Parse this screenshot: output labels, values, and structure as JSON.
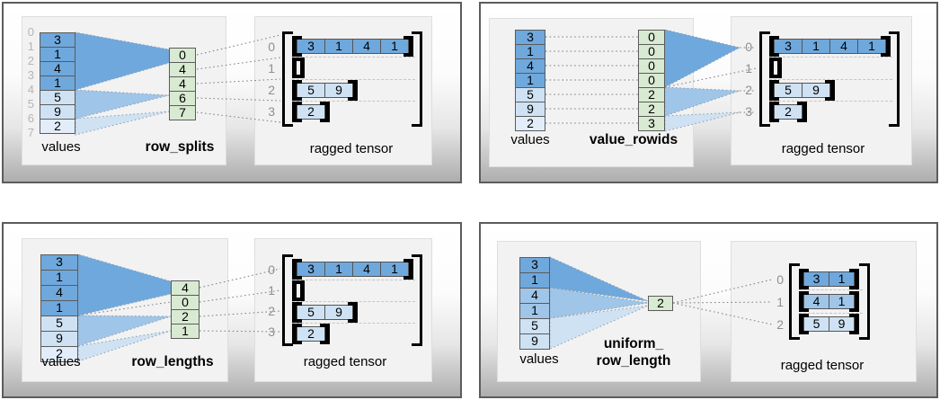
{
  "palette": {
    "dark_blue": "#6fa8dc",
    "medium_blue": "#9fc5e8",
    "light_blue": "#cfe2f3",
    "pale_blue": "#e2edf9",
    "green": "#d9ead3"
  },
  "panels": [
    {
      "fn_label": "row_splits",
      "values_label": "values",
      "tensor_label": "ragged tensor",
      "boundary_indices": [
        "0",
        "1",
        "2",
        "3",
        "4",
        "5",
        "6",
        "7"
      ],
      "values": [
        {
          "v": "3",
          "c": "d"
        },
        {
          "v": "1",
          "c": "d"
        },
        {
          "v": "4",
          "c": "d"
        },
        {
          "v": "1",
          "c": "d"
        },
        {
          "v": "5",
          "c": "l"
        },
        {
          "v": "9",
          "c": "l"
        },
        {
          "v": "2",
          "c": "p"
        }
      ],
      "fn_cells": [
        {
          "v": "0",
          "c": "g"
        },
        {
          "v": "4",
          "c": "g"
        },
        {
          "v": "4",
          "c": "g"
        },
        {
          "v": "6",
          "c": "g"
        },
        {
          "v": "7",
          "c": "g"
        }
      ],
      "tensor": {
        "row_indices": [
          "0",
          "1",
          "2",
          "3"
        ],
        "rows": [
          {
            "cells": [
              {
                "v": "3",
                "c": "d"
              },
              {
                "v": "1",
                "c": "d"
              },
              {
                "v": "4",
                "c": "d"
              },
              {
                "v": "1",
                "c": "d"
              }
            ]
          },
          {
            "cells": []
          },
          {
            "cells": [
              {
                "v": "5",
                "c": "l"
              },
              {
                "v": "9",
                "c": "l"
              }
            ]
          },
          {
            "cells": [
              {
                "v": "2",
                "c": "l"
              }
            ]
          }
        ]
      }
    },
    {
      "fn_label": "value_rowids",
      "values_label": "values",
      "tensor_label": "ragged tensor",
      "values": [
        {
          "v": "3",
          "c": "d"
        },
        {
          "v": "1",
          "c": "d"
        },
        {
          "v": "4",
          "c": "d"
        },
        {
          "v": "1",
          "c": "d"
        },
        {
          "v": "5",
          "c": "l"
        },
        {
          "v": "9",
          "c": "l"
        },
        {
          "v": "2",
          "c": "p"
        }
      ],
      "fn_cells": [
        {
          "v": "0",
          "c": "g"
        },
        {
          "v": "0",
          "c": "g"
        },
        {
          "v": "0",
          "c": "g"
        },
        {
          "v": "0",
          "c": "g"
        },
        {
          "v": "2",
          "c": "g"
        },
        {
          "v": "2",
          "c": "g"
        },
        {
          "v": "3",
          "c": "g"
        }
      ],
      "tensor": {
        "row_indices": [
          "0",
          "1",
          "2",
          "3"
        ],
        "rows": [
          {
            "cells": [
              {
                "v": "3",
                "c": "d"
              },
              {
                "v": "1",
                "c": "d"
              },
              {
                "v": "4",
                "c": "d"
              },
              {
                "v": "1",
                "c": "d"
              }
            ]
          },
          {
            "cells": []
          },
          {
            "cells": [
              {
                "v": "5",
                "c": "l"
              },
              {
                "v": "9",
                "c": "l"
              }
            ]
          },
          {
            "cells": [
              {
                "v": "2",
                "c": "l"
              }
            ]
          }
        ]
      }
    },
    {
      "fn_label": "row_lengths",
      "values_label": "values",
      "tensor_label": "ragged tensor",
      "values": [
        {
          "v": "3",
          "c": "d"
        },
        {
          "v": "1",
          "c": "d"
        },
        {
          "v": "4",
          "c": "d"
        },
        {
          "v": "1",
          "c": "d"
        },
        {
          "v": "5",
          "c": "l"
        },
        {
          "v": "9",
          "c": "l"
        },
        {
          "v": "2",
          "c": "p"
        }
      ],
      "fn_cells": [
        {
          "v": "4",
          "c": "g"
        },
        {
          "v": "0",
          "c": "g"
        },
        {
          "v": "2",
          "c": "g"
        },
        {
          "v": "1",
          "c": "g"
        }
      ],
      "tensor": {
        "row_indices": [
          "0",
          "1",
          "2",
          "3"
        ],
        "rows": [
          {
            "cells": [
              {
                "v": "3",
                "c": "d"
              },
              {
                "v": "1",
                "c": "d"
              },
              {
                "v": "4",
                "c": "d"
              },
              {
                "v": "1",
                "c": "d"
              }
            ]
          },
          {
            "cells": []
          },
          {
            "cells": [
              {
                "v": "5",
                "c": "l"
              },
              {
                "v": "9",
                "c": "l"
              }
            ]
          },
          {
            "cells": [
              {
                "v": "2",
                "c": "l"
              }
            ]
          }
        ]
      }
    },
    {
      "fn_label_line1": "uniform_",
      "fn_label_line2": "row_length",
      "values_label": "values",
      "tensor_label": "ragged tensor",
      "values": [
        {
          "v": "3",
          "c": "d"
        },
        {
          "v": "1",
          "c": "d"
        },
        {
          "v": "4",
          "c": "m"
        },
        {
          "v": "1",
          "c": "m"
        },
        {
          "v": "5",
          "c": "l"
        },
        {
          "v": "9",
          "c": "l"
        }
      ],
      "fn_cells": [
        {
          "v": "2",
          "c": "g"
        }
      ],
      "tensor": {
        "row_indices": [
          "0",
          "1",
          "2"
        ],
        "rows": [
          {
            "cells": [
              {
                "v": "3",
                "c": "d"
              },
              {
                "v": "1",
                "c": "d"
              }
            ]
          },
          {
            "cells": [
              {
                "v": "4",
                "c": "m"
              },
              {
                "v": "1",
                "c": "m"
              }
            ]
          },
          {
            "cells": [
              {
                "v": "5",
                "c": "l"
              },
              {
                "v": "9",
                "c": "l"
              }
            ]
          }
        ]
      }
    }
  ]
}
